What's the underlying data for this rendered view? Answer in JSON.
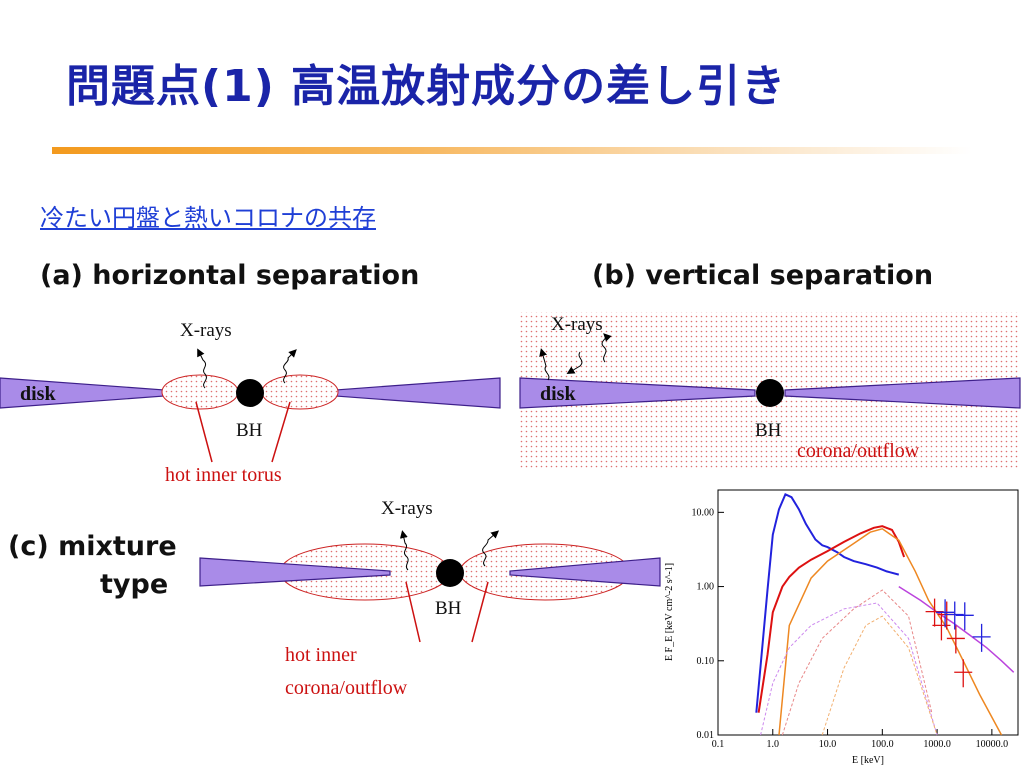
{
  "slide": {
    "title": "問題点(1) 高温放射成分の差し引き",
    "subtitle": "冷たい円盤と熱いコロナの共存"
  },
  "panels": {
    "a": {
      "heading": "(a) horizontal separation",
      "xrays": "X-rays",
      "disk": "disk",
      "bh": "BH",
      "region": "hot inner torus"
    },
    "b": {
      "heading": "(b) vertical separation",
      "xrays": "X-rays",
      "disk": "disk",
      "bh": "BH",
      "region": "corona/outflow"
    },
    "c": {
      "heading_line1": "(c) mixture",
      "heading_line2": "type",
      "xrays": "X-rays",
      "bh": "BH",
      "region_line1": "hot inner",
      "region_line2": "corona/outflow"
    }
  },
  "colors": {
    "title": "#1a24a8",
    "subtitle": "#1f3fd6",
    "disk_fill": "#a98be8",
    "disk_stroke": "#3d1f8a",
    "hot_region": "#cc1111",
    "title_rule": "#f39a1e"
  },
  "chart_data": {
    "type": "line",
    "title": "",
    "xlabel": "E [keV]",
    "ylabel": "E F_E [keV cm^-2 s^-1]",
    "xscale": "log",
    "yscale": "log",
    "xlim": [
      0.1,
      30000
    ],
    "ylim": [
      0.01,
      20
    ],
    "x_ticks": [
      "0.1",
      "1.0",
      "10.0",
      "100.0",
      "1000.0",
      "10000.0"
    ],
    "y_ticks": [
      "10.00",
      "1.00",
      "0.10",
      "0.01"
    ],
    "grid": false,
    "series": [
      {
        "color": "#2222dd",
        "x": [
          0.5,
          0.8,
          1.0,
          1.3,
          1.7,
          2.2,
          3,
          4,
          6,
          8,
          10,
          15,
          20,
          30,
          50,
          80,
          120,
          200
        ],
        "y": [
          0.02,
          0.9,
          5.0,
          11.0,
          17.5,
          16.0,
          11.0,
          7.0,
          4.3,
          3.6,
          3.4,
          2.9,
          2.5,
          2.2,
          2.0,
          1.8,
          1.6,
          1.45
        ]
      },
      {
        "color": "#dd1111",
        "x": [
          0.55,
          0.8,
          1.0,
          1.5,
          2,
          3,
          5,
          10,
          20,
          40,
          70,
          100,
          150,
          200,
          250
        ],
        "y": [
          0.02,
          0.12,
          0.45,
          1.0,
          1.35,
          1.8,
          2.3,
          3.0,
          4.0,
          5.2,
          6.2,
          6.5,
          5.8,
          4.0,
          2.5
        ]
      },
      {
        "color": "#ee8822",
        "x": [
          1.3,
          2,
          5,
          10,
          30,
          60,
          100,
          200,
          400,
          700,
          1500,
          3000,
          6000,
          15000
        ],
        "y": [
          0.01,
          0.3,
          1.3,
          2.2,
          3.8,
          5.4,
          6.0,
          4.2,
          1.6,
          0.65,
          0.28,
          0.1,
          0.035,
          0.01
        ]
      },
      {
        "color": "#bb44dd",
        "x": [
          200,
          500,
          1000,
          2000,
          4000,
          8000,
          15000,
          25000
        ],
        "y": [
          1.0,
          0.65,
          0.45,
          0.32,
          0.22,
          0.15,
          0.1,
          0.07
        ]
      }
    ],
    "data_points": [
      {
        "color": "#dd1111",
        "x": [
          900,
          1200,
          1500,
          2200,
          3000
        ],
        "y": [
          0.46,
          0.3,
          0.42,
          0.2,
          0.07
        ]
      },
      {
        "color": "#2222dd",
        "x": [
          1400,
          2100,
          3200,
          6500
        ],
        "y": [
          0.45,
          0.42,
          0.41,
          0.21
        ]
      }
    ]
  }
}
